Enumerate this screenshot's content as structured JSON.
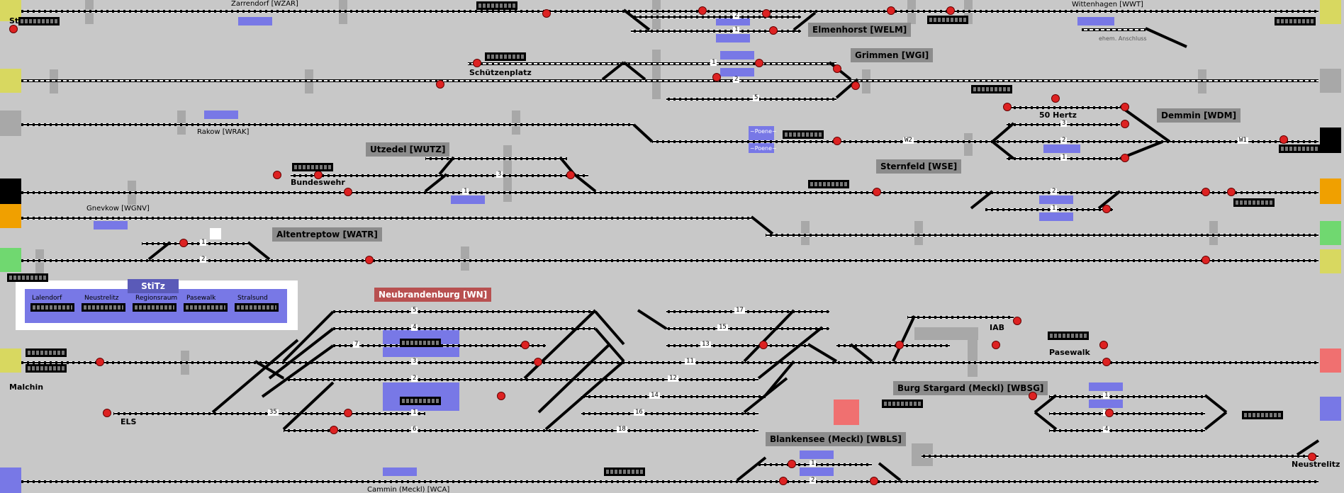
{
  "stations": [
    {
      "id": "stralsund",
      "label": "Stralsund"
    },
    {
      "id": "zarrendorf",
      "label": "Zarrendorf [WZAR]"
    },
    {
      "id": "wittenhagen",
      "label": "Wittenhagen [WWT]"
    },
    {
      "id": "ehem",
      "label": "ehem. Anschluss"
    },
    {
      "id": "elmenhorst",
      "label": "Elmenhorst [WELM]"
    },
    {
      "id": "grimmen",
      "label": "Grimmen [WGI]"
    },
    {
      "id": "schuetzenplatz",
      "label": "Schützenplatz"
    },
    {
      "id": "rakow",
      "label": "Rakow [WRAK]"
    },
    {
      "id": "fuenfzighertz",
      "label": "50 Hertz"
    },
    {
      "id": "demmin",
      "label": "Demmin [WDM]"
    },
    {
      "id": "poene1",
      "label": "~Poene~"
    },
    {
      "id": "poene2",
      "label": "~Poene~"
    },
    {
      "id": "utzedel",
      "label": "Utzedel [WUTZ]"
    },
    {
      "id": "sternfeld",
      "label": "Sternfeld [WSE]"
    },
    {
      "id": "bundeswehr",
      "label": "Bundeswehr"
    },
    {
      "id": "gnevkow",
      "label": "Gnevkow [WGNV]"
    },
    {
      "id": "altentreptow",
      "label": "Altentreptow [WATR]"
    },
    {
      "id": "neubrandenburg",
      "label": "Neubrandenburg [WN]"
    },
    {
      "id": "iab",
      "label": "IAB"
    },
    {
      "id": "pasewalk",
      "label": "Pasewalk"
    },
    {
      "id": "malchin",
      "label": "Malchin"
    },
    {
      "id": "burgstargard",
      "label": "Burg Stargard (Meckl) [WBSG]"
    },
    {
      "id": "els",
      "label": "ELS"
    },
    {
      "id": "blankensee",
      "label": "Blankensee (Meckl) [WBLS]"
    },
    {
      "id": "neustrelitz",
      "label": "Neustrelitz"
    },
    {
      "id": "cammin",
      "label": "Cammin (Meckl) [WCA]"
    }
  ],
  "stitz": {
    "title": "StiTz",
    "items": [
      "Lalendorf",
      "Neustrelitz",
      "Regionsraum",
      "Pasewalk",
      "Stralsund"
    ]
  },
  "track_numbers": [
    {
      "id": "t-elm-2",
      "label": "2"
    },
    {
      "id": "t-elm-1",
      "label": "1"
    },
    {
      "id": "t-gri-1",
      "label": "1"
    },
    {
      "id": "t-gri-2",
      "label": "2"
    },
    {
      "id": "t-gri-5",
      "label": "5"
    },
    {
      "id": "t-dem-3",
      "label": "3"
    },
    {
      "id": "t-dem-2",
      "label": "2"
    },
    {
      "id": "t-dem-1",
      "label": "1"
    },
    {
      "id": "t-w2",
      "label": "W2"
    },
    {
      "id": "t-w1",
      "label": "W1"
    },
    {
      "id": "t-utz-3",
      "label": "3"
    },
    {
      "id": "t-utz-1",
      "label": "1"
    },
    {
      "id": "t-ste-2",
      "label": "2"
    },
    {
      "id": "t-ste-1",
      "label": "1"
    },
    {
      "id": "t-atr-1",
      "label": "1"
    },
    {
      "id": "t-atr-2",
      "label": "2"
    },
    {
      "id": "t-wn-5",
      "label": "5"
    },
    {
      "id": "t-wn-4",
      "label": "4"
    },
    {
      "id": "t-wn-7",
      "label": "7"
    },
    {
      "id": "t-wn-3",
      "label": "3"
    },
    {
      "id": "t-wn-2",
      "label": "2"
    },
    {
      "id": "t-wn-1",
      "label": "1"
    },
    {
      "id": "t-wn-6",
      "label": "6"
    },
    {
      "id": "t-wn-35",
      "label": "35"
    },
    {
      "id": "t-wn-17",
      "label": "17"
    },
    {
      "id": "t-wn-15",
      "label": "15"
    },
    {
      "id": "t-wn-13",
      "label": "13"
    },
    {
      "id": "t-wn-11",
      "label": "11"
    },
    {
      "id": "t-wn-12",
      "label": "12"
    },
    {
      "id": "t-wn-14",
      "label": "14"
    },
    {
      "id": "t-wn-16",
      "label": "16"
    },
    {
      "id": "t-wn-18",
      "label": "18"
    },
    {
      "id": "t-bsg-1",
      "label": "1"
    },
    {
      "id": "t-bsg-2",
      "label": "2"
    },
    {
      "id": "t-bsg-4",
      "label": "4"
    },
    {
      "id": "t-bls-1",
      "label": "1"
    },
    {
      "id": "t-bls-2",
      "label": "2"
    }
  ],
  "edge_markers": [
    {
      "id": "l-1",
      "color": "#d8d860"
    },
    {
      "id": "l-2",
      "color": "#d8d860"
    },
    {
      "id": "l-3",
      "color": "#a8a8a8"
    },
    {
      "id": "l-4",
      "color": "#000000"
    },
    {
      "id": "l-5",
      "color": "#f0a000"
    },
    {
      "id": "l-6",
      "color": "#70d870"
    },
    {
      "id": "l-7",
      "color": "#d8d860"
    },
    {
      "id": "l-8",
      "color": "#7878e6"
    },
    {
      "id": "r-1",
      "color": "#d8d860"
    },
    {
      "id": "r-2",
      "color": "#a8a8a8"
    },
    {
      "id": "r-3",
      "color": "#000000"
    },
    {
      "id": "r-4",
      "color": "#f0a000"
    },
    {
      "id": "r-5",
      "color": "#70d870"
    },
    {
      "id": "r-6",
      "color": "#d8d860"
    },
    {
      "id": "r-7",
      "color": "#f07070"
    },
    {
      "id": "r-8",
      "color": "#7878e6"
    }
  ]
}
